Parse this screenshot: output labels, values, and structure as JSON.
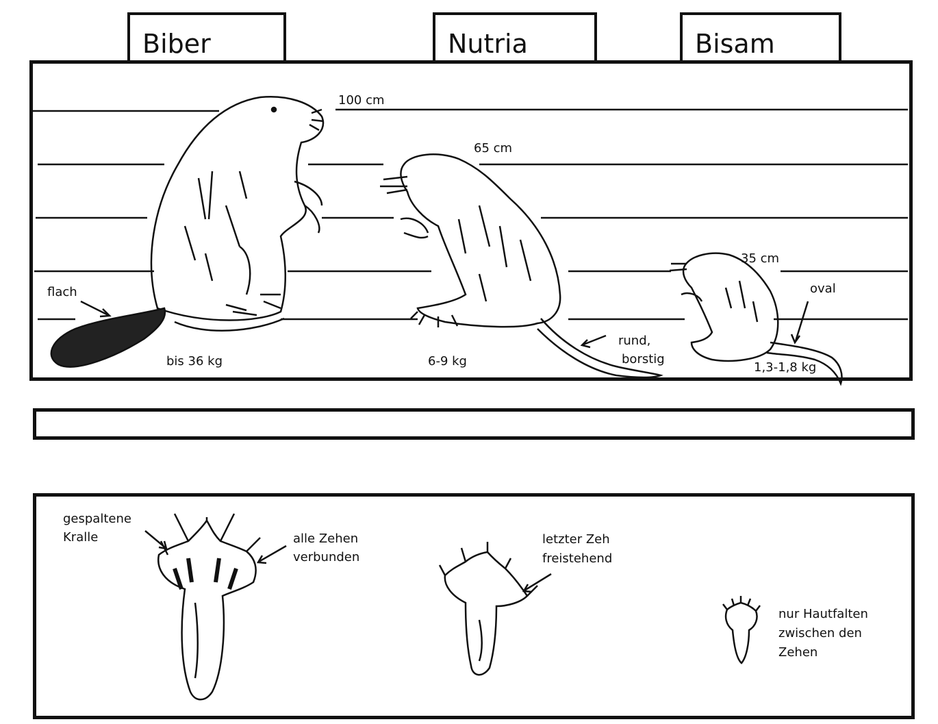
{
  "tabs": {
    "biber": "Biber",
    "nutria": "Nutria",
    "bisam": "Bisam"
  },
  "size_panel": {
    "biber_height": "100 cm",
    "nutria_height": "65 cm",
    "bisam_height": "35 cm",
    "biber_tail": "flach",
    "biber_weight": "bis 36 kg",
    "nutria_weight": "6-9 kg",
    "nutria_tail_line1": "rund,",
    "nutria_tail_line2": "borstig",
    "bisam_tail": "oval",
    "bisam_weight": "1,3-1,8 kg"
  },
  "foot_panel": {
    "biber_claw_line1": "gespaltene",
    "biber_claw_line2": "Kralle",
    "biber_toes_line1": "alle Zehen",
    "biber_toes_line2": "verbunden",
    "nutria_toe_line1": "letzter Zeh",
    "nutria_toe_line2": "freistehend",
    "bisam_toes_line1": "nur Hautfalten",
    "bisam_toes_line2": "zwischen den",
    "bisam_toes_line3": "Zehen"
  }
}
